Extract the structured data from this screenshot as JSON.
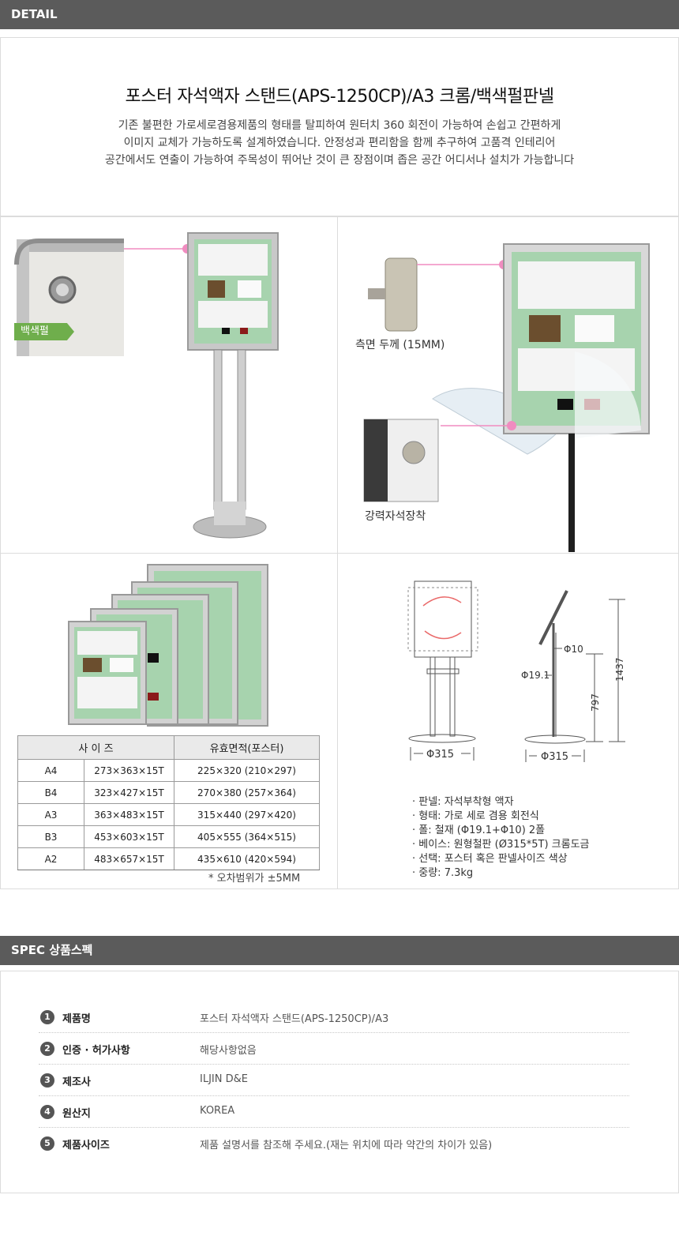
{
  "detail_header": "DETAIL",
  "intro": {
    "title": "포스터 자석액자 스탠드(APS-1250CP)/A3  크롬/백색펄판넬",
    "desc_lines": [
      "기존 불편한 가로세로겸용제품의 형태를 탈피하여 원터치 360 회전이 가능하여 손쉽고 간편하게",
      "이미지 교체가 가능하도록 설계하였습니다. 안정성과 편리함을 함께 추구하여 고품격 인테리어",
      "공간에서도 연출이  가능하여  주목성이 뛰어난 것이 큰 장점이며  좁은 공간 어디서나 설치가 가능합니다"
    ]
  },
  "panel_tag": "백색펄",
  "labels": {
    "side_thickness": "측면 두께 (15MM)",
    "magnet": "강력자석장착"
  },
  "size_table": {
    "headers": [
      "사 이 즈",
      "유효면적(포스터)"
    ],
    "rows": [
      [
        "A4",
        "273×363×15T",
        "225×320 (210×297)"
      ],
      [
        "B4",
        "323×427×15T",
        "270×380 (257×364)"
      ],
      [
        "A3",
        "363×483×15T",
        "315×440 (297×420)"
      ],
      [
        "B3",
        "453×603×15T",
        "405×555 (364×515)"
      ],
      [
        "A2",
        "483×657×15T",
        "435×610 (420×594)"
      ]
    ],
    "tolerance": "* 오차범위가 ±5MM"
  },
  "diagram": {
    "phi10": "Φ10",
    "phi19": "Φ19.1",
    "h797": "797",
    "h1437": "1437",
    "base_front": "Φ315",
    "base_side": "Φ315"
  },
  "spec_lines": [
    "판넬: 자석부착형 액자",
    "형태: 가로 세로 겸용 회전식",
    "폴: 철재 (Φ19.1+Φ10) 2폴",
    "베이스: 원형철판 (Ø315*5T)  크롬도금",
    "선택: 포스터 혹은 판넬사이즈 색상",
    "중량: 7.3kg"
  ],
  "spec_header": "SPEC 상품스펙",
  "spec_rows": [
    {
      "num": "1",
      "key": "제품명",
      "value": "포스터 자석액자 스탠드(APS-1250CP)/A3"
    },
    {
      "num": "2",
      "key": "인증 · 허가사항",
      "value": "해당사항없음"
    },
    {
      "num": "3",
      "key": "제조사",
      "value": "ILJIN D&E"
    },
    {
      "num": "4",
      "key": "원산지",
      "value": "KOREA"
    },
    {
      "num": "5",
      "key": "제품사이즈",
      "value": "제품 설명서를 참조해 주세요.(재는 위치에 따라 약간의 차이가 있음)"
    }
  ],
  "colors": {
    "header_bar": "#5b5b5b",
    "accent_pink": "#f08cc0",
    "poster_green": "#a7d3ae",
    "tag_green": "#6fae4c"
  }
}
